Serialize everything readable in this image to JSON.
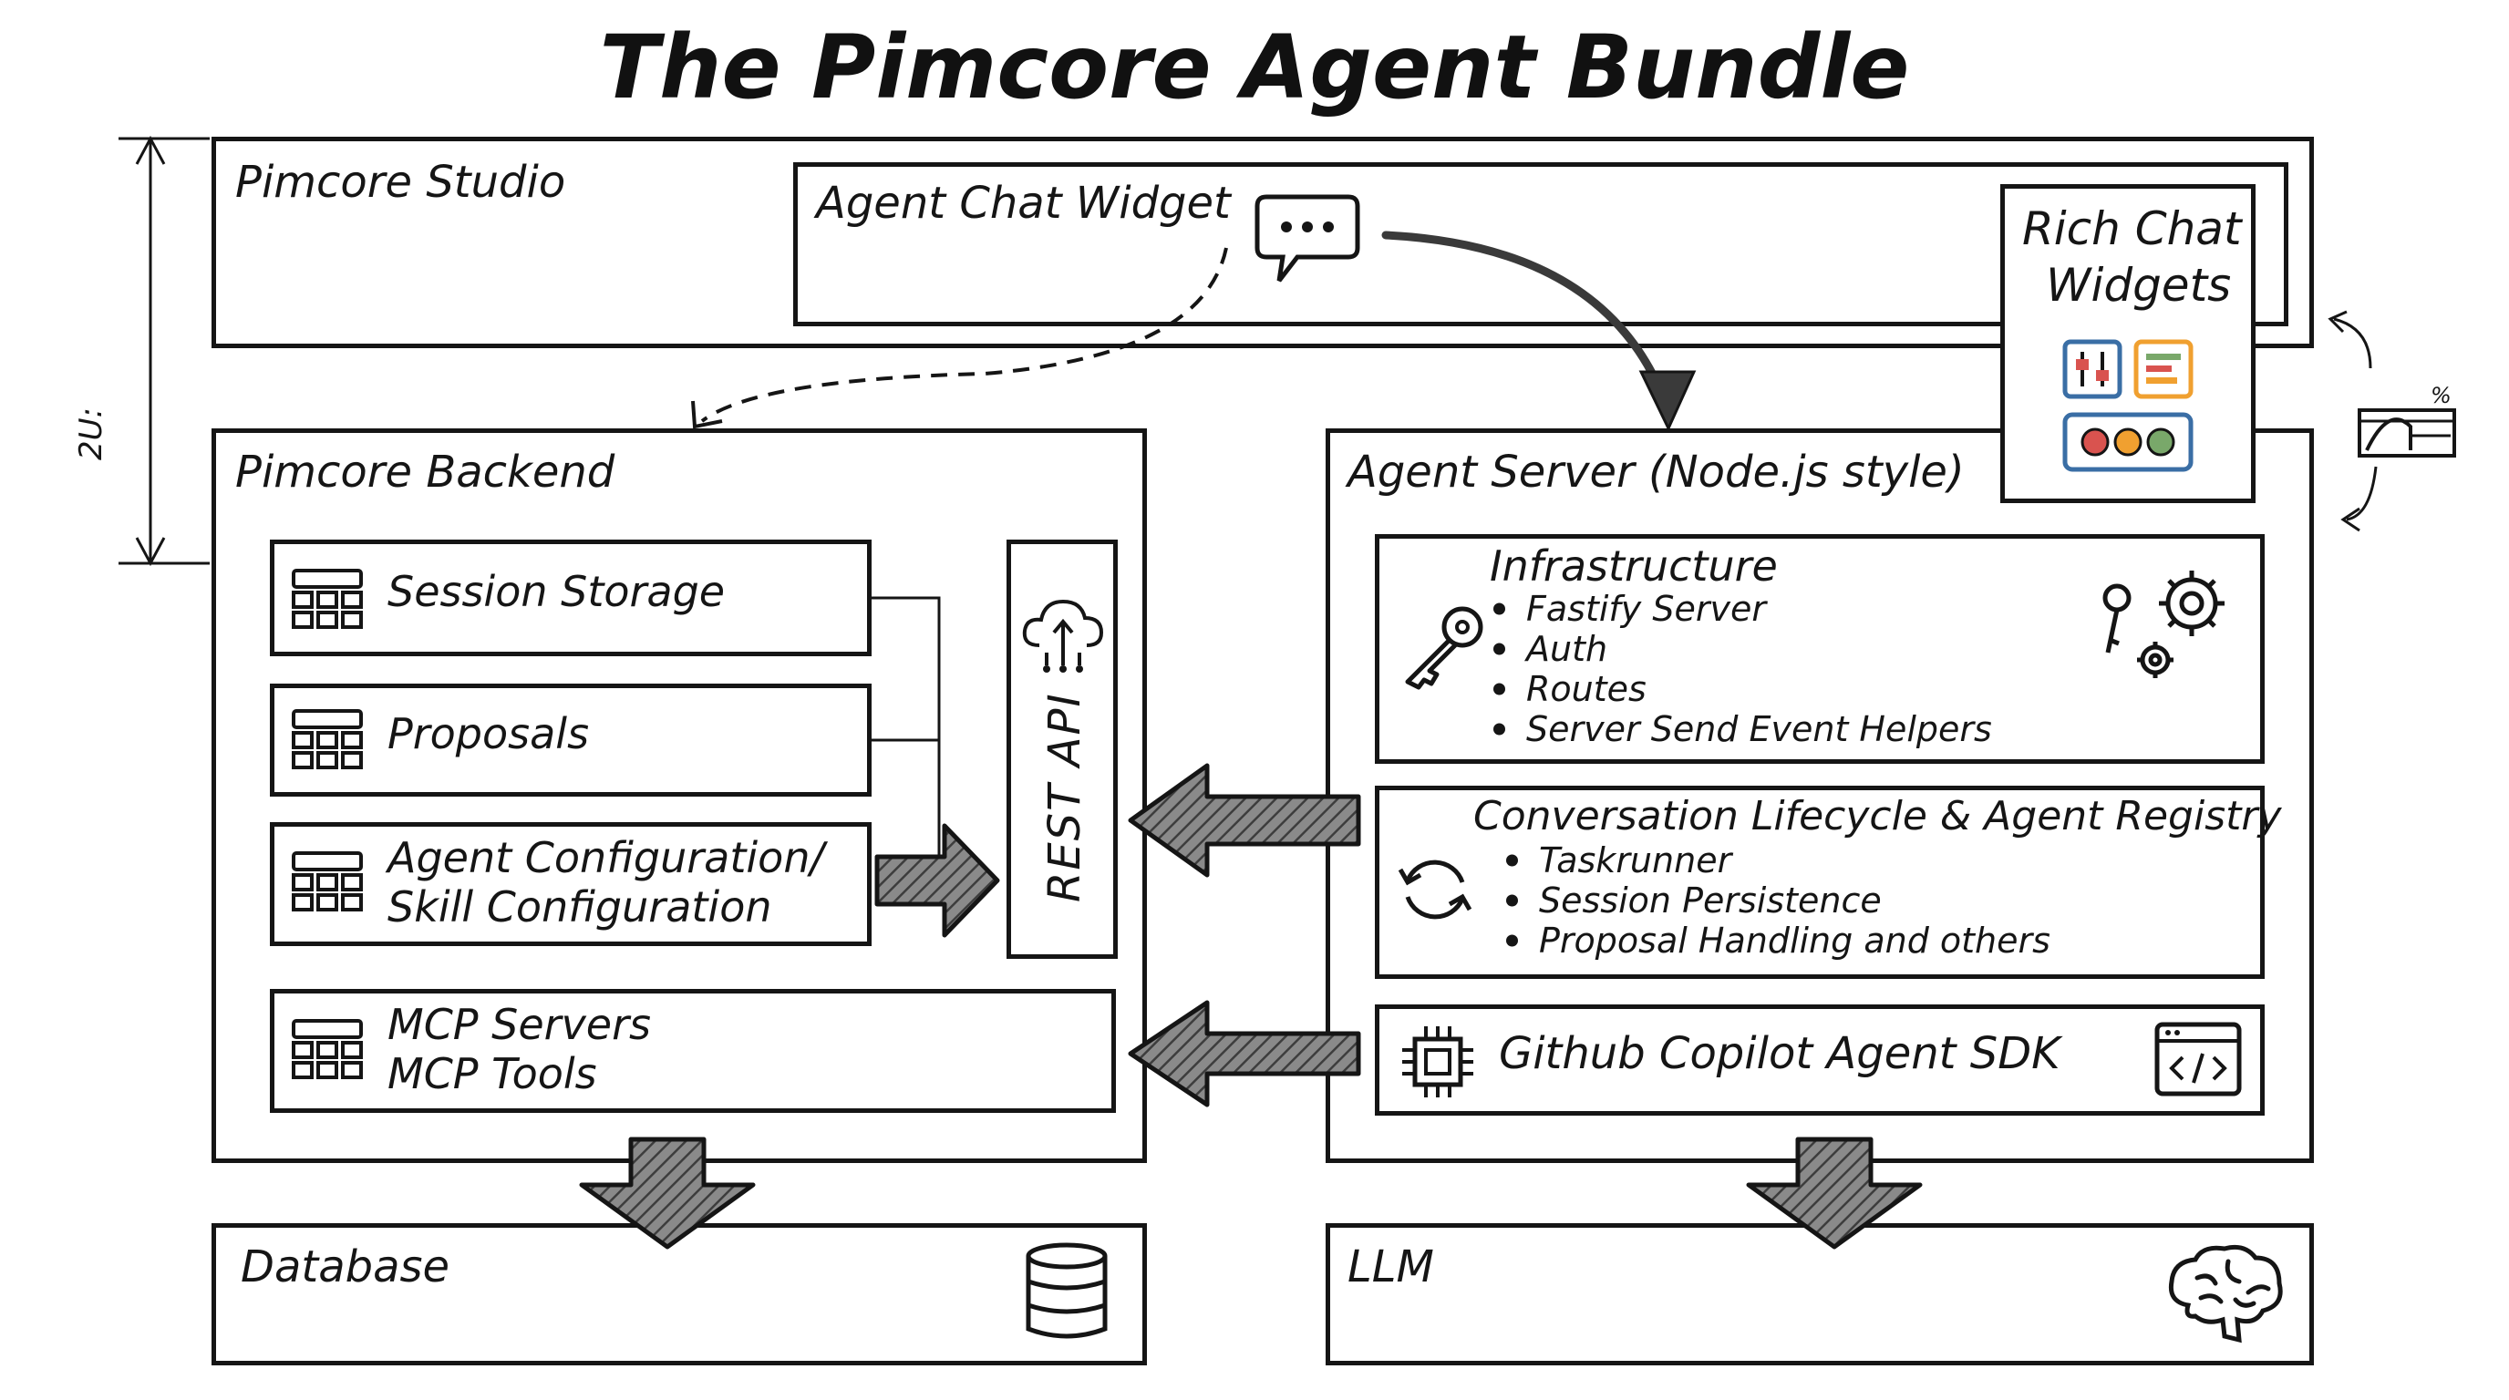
{
  "title": "The Pimcore Agent Bundle",
  "dimension_label": "2U:",
  "studio": {
    "label": "Pimcore Studio",
    "chat_widget_label": "Agent Chat Widget",
    "rich_widgets_line1": "Rich Chat",
    "rich_widgets_line2": "Widgets",
    "percent_label": "%"
  },
  "backend": {
    "label": "Pimcore Backend",
    "session_storage": "Session Storage",
    "proposals": "Proposals",
    "agent_config_line1": "Agent Configuration/",
    "agent_config_line2": "Skill Configuration",
    "mcp_line1": "MCP Servers",
    "mcp_line2": "MCP Tools",
    "rest_api": "REST API"
  },
  "agent_server": {
    "label": "Agent Server (Node.js style)",
    "infrastructure": {
      "heading": "Infrastructure",
      "items": [
        "Fastify Server",
        "Auth",
        "Routes",
        "Server Send Event Helpers"
      ]
    },
    "lifecycle": {
      "heading": "Conversation Lifecycle & Agent Registry",
      "items": [
        "Taskrunner",
        "Session Persistence",
        "Proposal Handling and others"
      ]
    },
    "copilot_sdk": "Github Copilot Agent SDK"
  },
  "database": {
    "label": "Database"
  },
  "llm": {
    "label": "LLM"
  },
  "icons": [
    "chat-bubble-icon",
    "sliders-widget-icon",
    "list-widget-icon",
    "color-dots-widget-icon",
    "table-icon",
    "cloud-api-icon",
    "key-icon",
    "gears-icon",
    "refresh-cycle-icon",
    "chip-icon",
    "code-window-icon",
    "database-icon",
    "brain-icon",
    "chart-widget-icon"
  ],
  "colors": {
    "ink": "#151515",
    "arrow_fill": "#6f6f6f",
    "widget_red": "#d9534f",
    "widget_orange": "#f0a030",
    "widget_green": "#79a86a",
    "widget_blue": "#3a6ea5"
  }
}
